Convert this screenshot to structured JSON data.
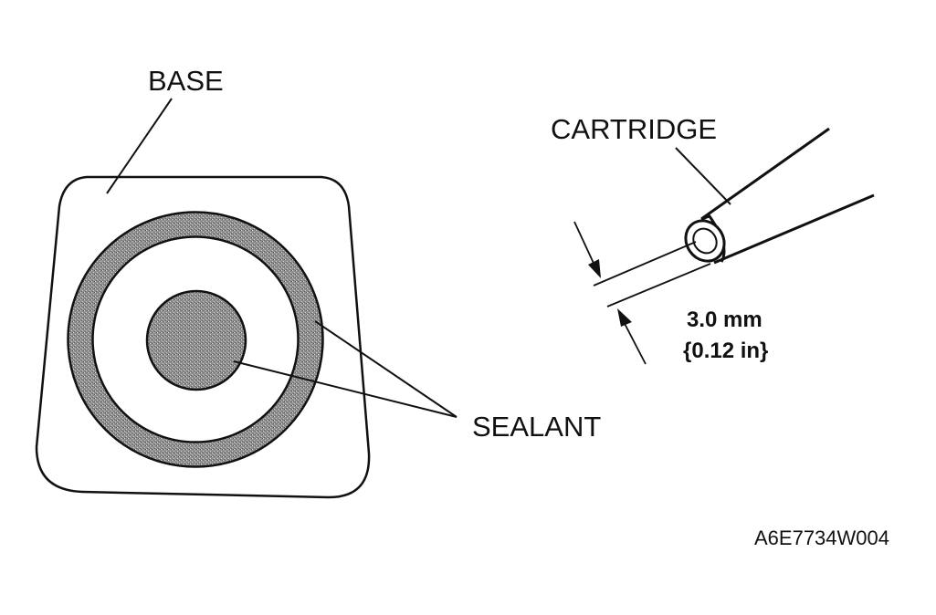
{
  "labels": {
    "base": "BASE",
    "cartridge": "CARTRIDGE",
    "sealant": "SEALANT",
    "dimension_mm": "3.0 mm",
    "dimension_in": "{0.12 in}",
    "figure_code": "A6E7734W004"
  },
  "colors": {
    "ink": "#111111",
    "sealant_fill": "#9a9a9a",
    "background": "#ffffff"
  }
}
